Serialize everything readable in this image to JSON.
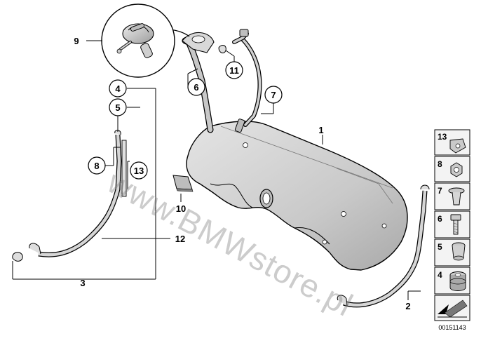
{
  "watermark": "www.BMWstore.pl",
  "catalog_number": "00151143",
  "callouts": {
    "c1": "1",
    "c2": "2",
    "c3": "3",
    "c4": "4",
    "c5": "5",
    "c6": "6",
    "c7": "7",
    "c8": "8",
    "c9": "9",
    "c10": "10",
    "c11": "11",
    "c12": "12",
    "c13": "13"
  },
  "parts_panel": [
    "13",
    "8",
    "7",
    "6",
    "5",
    "4"
  ],
  "colors": {
    "line": "#000000",
    "part_fill": "#d2d2d2",
    "part_shade": "#9a9a9a",
    "panel_bg": "#f0f0f0"
  }
}
